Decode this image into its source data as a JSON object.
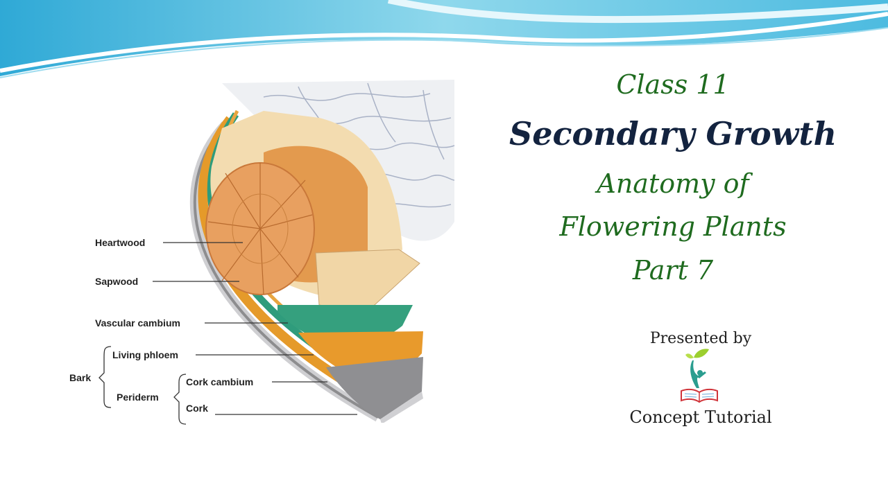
{
  "slide": {
    "title_lines": {
      "class": "Class 11",
      "topic": "Secondary Growth",
      "subtitle_1": "Anatomy of",
      "subtitle_2": "Flowering Plants",
      "part": "Part 7"
    },
    "presented_by": "Presented by",
    "brand": "Concept Tutorial",
    "colors": {
      "title_green": "#1f6b1f",
      "topic_navy": "#13233f",
      "wave_blue": "#5bc3e0"
    }
  },
  "diagram": {
    "labels": {
      "heartwood": "Heartwood",
      "sapwood": "Sapwood",
      "vascular_cambium": "Vascular cambium",
      "living_phloem": "Living phloem",
      "bark": "Bark",
      "periderm": "Periderm",
      "cork_cambium": "Cork cambium",
      "cork": "Cork"
    }
  }
}
